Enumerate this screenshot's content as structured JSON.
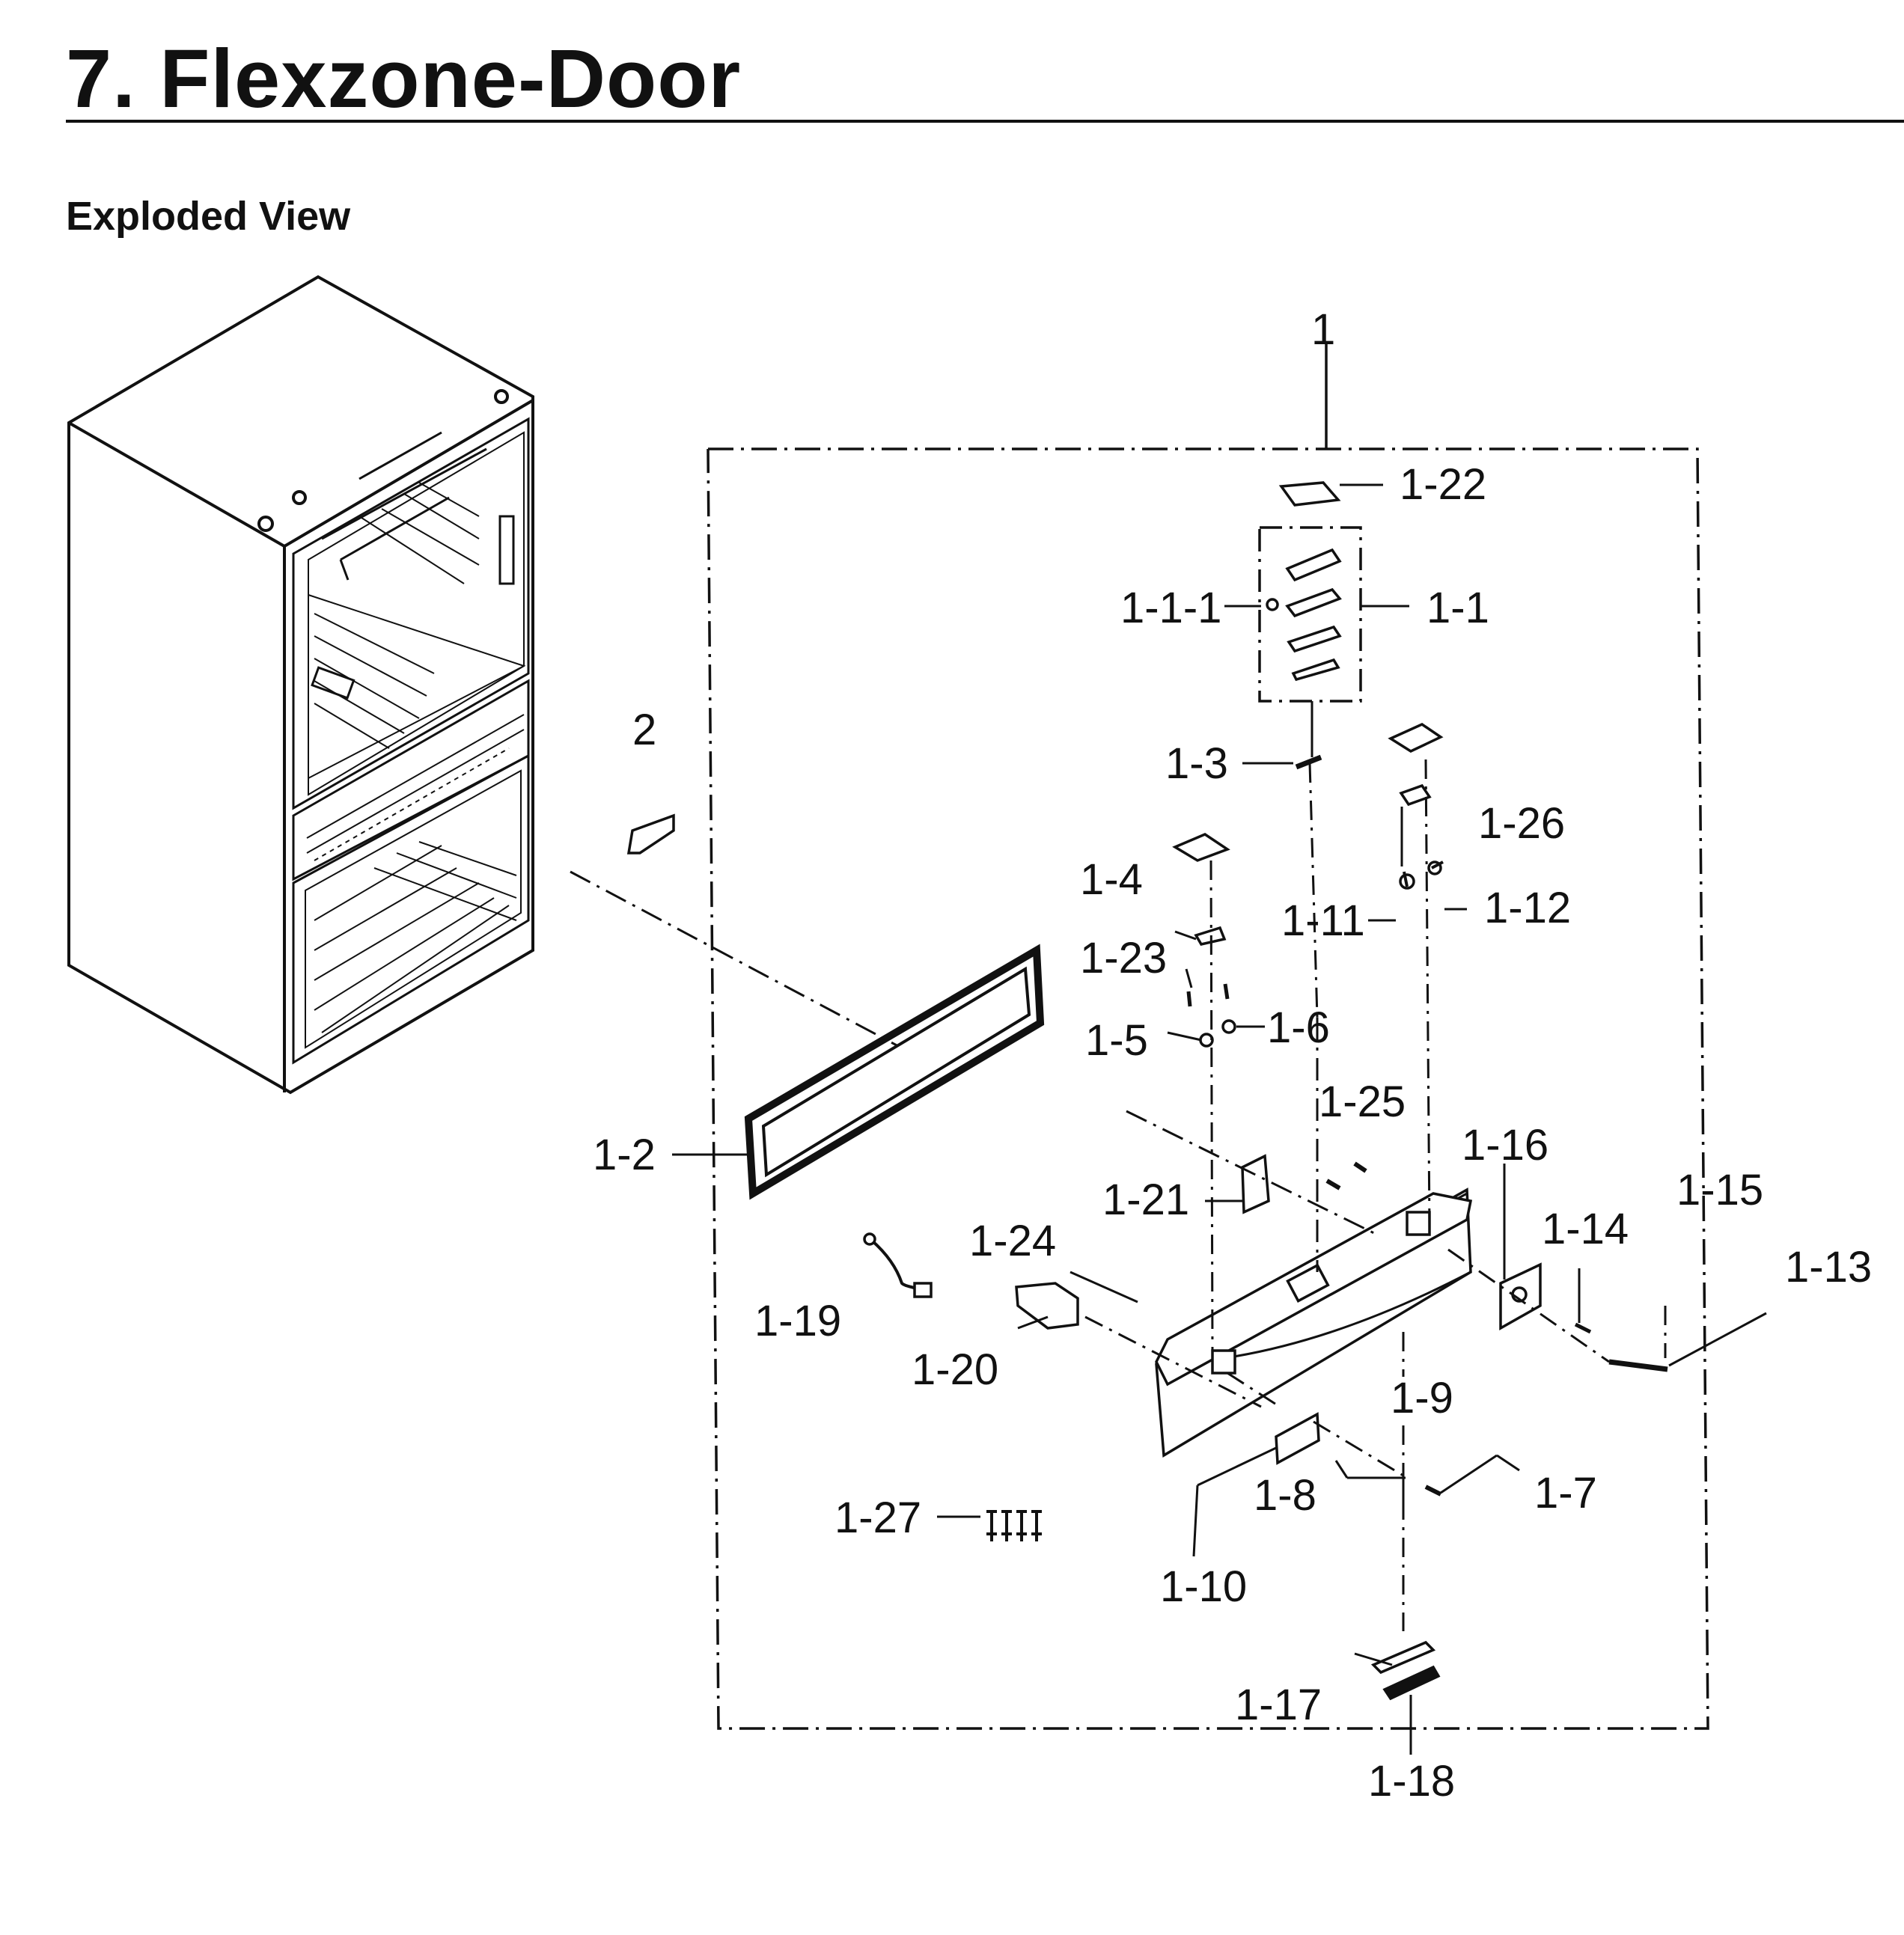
{
  "page": {
    "title": "7.  Flexzone-Door",
    "section": "Exploded View"
  },
  "callouts": {
    "c1": "1",
    "c1_22": "1-22",
    "c1_1_1": "1-1-1",
    "c1_1": "1-1",
    "c2": "2",
    "c1_3": "1-3",
    "c1_26": "1-26",
    "c1_4": "1-4",
    "c1_11": "1-11",
    "c1_12": "1-12",
    "c1_23": "1-23",
    "c1_6": "1-6",
    "c1_5": "1-5",
    "c1_25": "1-25",
    "c1_16": "1-16",
    "c1_15": "1-15",
    "c1_2": "1-2",
    "c1_21": "1-21",
    "c1_14": "1-14",
    "c1_13": "1-13",
    "c1_24": "1-24",
    "c1_19": "1-19",
    "c1_20": "1-20",
    "c1_9": "1-9",
    "c1_8": "1-8",
    "c1_7": "1-7",
    "c1_27": "1-27",
    "c1_10": "1-10",
    "c1_17": "1-17",
    "c1_18": "1-18"
  }
}
